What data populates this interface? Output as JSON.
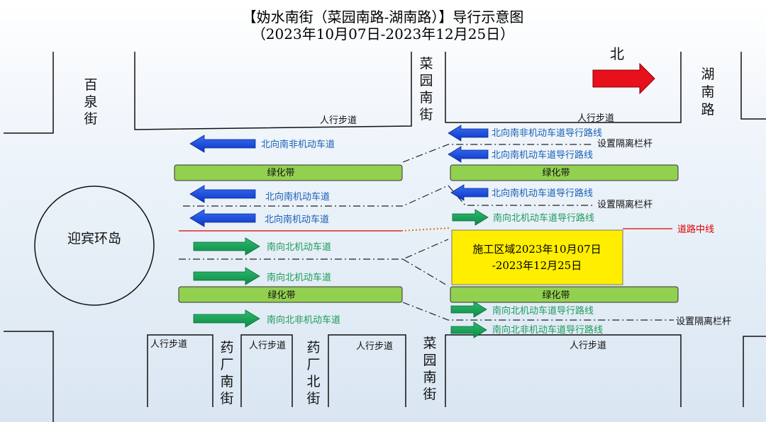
{
  "title": {
    "line1": "【妫水南街（菜园南路-湖南路）】导行示意图",
    "line2": "（2023年10月07日-2023年12月25日）"
  },
  "north": {
    "label": "北",
    "arrow_color": "#e8101a"
  },
  "streets": {
    "baiquan": [
      "百",
      "泉",
      "街"
    ],
    "caiyuan_north": [
      "菜",
      "园",
      "南",
      "街"
    ],
    "caiyuan_south": [
      "菜",
      "园",
      "南",
      "街"
    ],
    "hunan": [
      "湖",
      "南",
      "路"
    ],
    "yaochang_nan": [
      "药",
      "厂",
      "南",
      "街"
    ],
    "yaochang_bei": [
      "药",
      "厂",
      "北",
      "街"
    ]
  },
  "sidewalk_label": "人行步道",
  "roundabout_label": "迎宾环岛",
  "green_belt_label": "绿化带",
  "centerline_label": "道路中线",
  "barrier_label": "设置隔离栏杆",
  "west_lanes": {
    "nb_nonmotor": "北向南非机动车道",
    "nb_motor_1": "北向南机动车道",
    "nb_motor_2": "北向南机动车道",
    "sb_motor_1": "南向北机动车道",
    "sb_motor_2": "南向北机动车道",
    "sb_nonmotor": "南向北非机动车道"
  },
  "east_lanes": {
    "nb_nonmotor_guide": "北向南非机动车道导行路线",
    "nb_motor_guide_1": "北向南机动车道导行路线",
    "nb_motor_guide_2": "北向南机动车道导行路线",
    "sb_motor_guide_1": "南向北机动车道导行路线",
    "sb_motor_guide_2": "南向北机动车道导行路线",
    "sb_nonmotor_guide": "南向北非机动车道导行路线"
  },
  "construction": {
    "line1": "施工区域2023年10月07日",
    "line2": "-2023年12月25日",
    "color": "#ffee00"
  },
  "colors": {
    "blue_arrow": "#1a4fe0",
    "green_arrow": "#18a35a",
    "green_belt": "#92d050",
    "centerline": "#e00000"
  }
}
